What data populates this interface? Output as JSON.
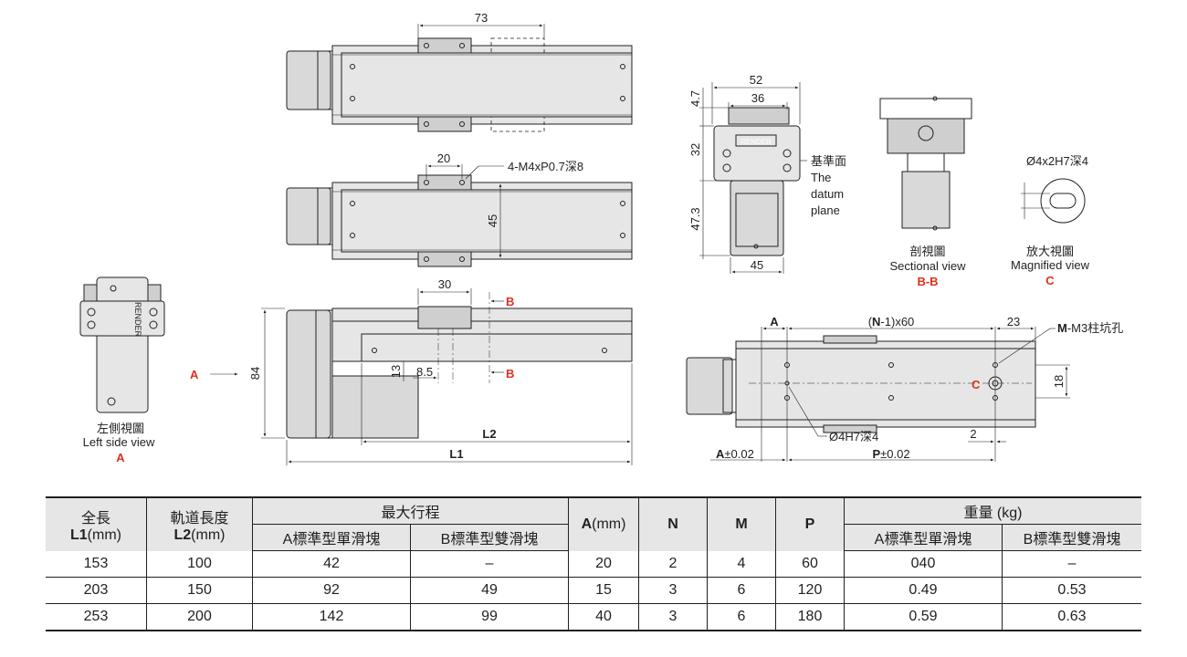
{
  "drawing": {
    "top_view": {
      "dim_width": "73"
    },
    "top_view_2": {
      "dim_width": "20",
      "dim_height": "45",
      "callout": "4-M4xP0.7深8"
    },
    "front_view": {
      "dim_block": "30",
      "dim_height": "84",
      "dim_13": "13",
      "dim_85": "8.5",
      "dim_l2": "L2",
      "dim_l1": "L1",
      "section_mark": "B",
      "view_arrow_label": "A"
    },
    "end_view": {
      "dim_52": "52",
      "dim_36": "36",
      "dim_47": "4.7",
      "dim_32": "32",
      "dim_473": "47.3",
      "dim_45": "45",
      "datum_cn": "基準面",
      "datum_en1": "The",
      "datum_en2": "datum",
      "datum_en3": "plane",
      "brand": "RENDER"
    },
    "section_view": {
      "title_cn": "剖視圖",
      "title_en": "Sectional view",
      "tag": "B-B"
    },
    "magnified_view": {
      "callout": "Ø4x2H7深4",
      "title_cn": "放大視圖",
      "title_en": "Magnified view",
      "tag": "C"
    },
    "left_side_view": {
      "title_cn": "左側視圖",
      "title_en": "Left side view",
      "tag": "A",
      "brand": "RENDER"
    },
    "bottom_view": {
      "dim_a": "A",
      "dim_pitch_n": "N",
      "dim_pitch_rest": "-1)x60",
      "dim_pitch_open": "(",
      "dim_23": "23",
      "callout_m_bold": "M",
      "callout_m_rest": "-M3柱坑孔",
      "dim_18": "18",
      "marker_c": "C",
      "callout_pin": "Ø4H7深4",
      "dim_2": "2",
      "tol_a_bold": "A",
      "tol_a_rest": "±0.02",
      "tol_p_bold": "P",
      "tol_p_rest": "±0.02"
    }
  },
  "table": {
    "headers": {
      "l1_cn": "全長",
      "l1_bold": "L1",
      "l1_unit": "(mm)",
      "l2_cn": "軌道長度",
      "l2_bold": "L2",
      "l2_unit": "(mm)",
      "stroke": "最大行程",
      "stroke_a": "A標準型單滑塊",
      "stroke_b": "B標準型雙滑塊",
      "a_bold": "A",
      "a_unit": "(mm)",
      "n": "N",
      "m": "M",
      "p": "P",
      "weight": "重量 (kg)",
      "weight_a": "A標準型單滑塊",
      "weight_b": "B標準型雙滑塊"
    },
    "rows": [
      [
        "153",
        "100",
        "42",
        "–",
        "20",
        "2",
        "4",
        "60",
        "040",
        "–"
      ],
      [
        "203",
        "150",
        "92",
        "49",
        "15",
        "3",
        "6",
        "120",
        "0.49",
        "0.53"
      ],
      [
        "253",
        "200",
        "142",
        "99",
        "40",
        "3",
        "6",
        "180",
        "0.59",
        "0.63"
      ]
    ]
  }
}
